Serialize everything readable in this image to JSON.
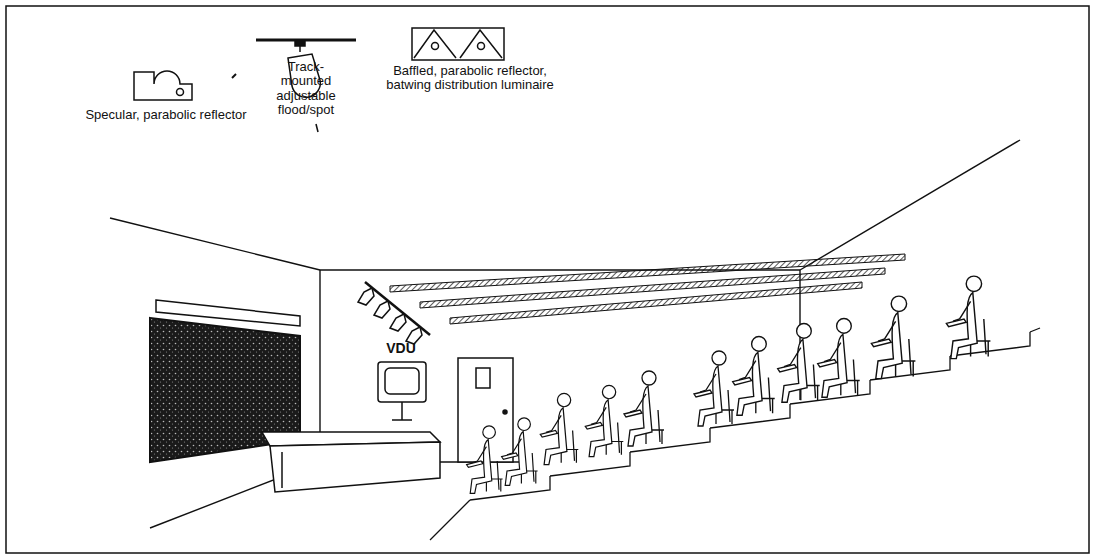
{
  "diagram": {
    "labels": [
      "Specular, parabolic reflector",
      "Track-mounted adjustable flood/spot",
      "Baffled, parabolic reflector, batwing distribution luminaire",
      "VDU"
    ]
  }
}
